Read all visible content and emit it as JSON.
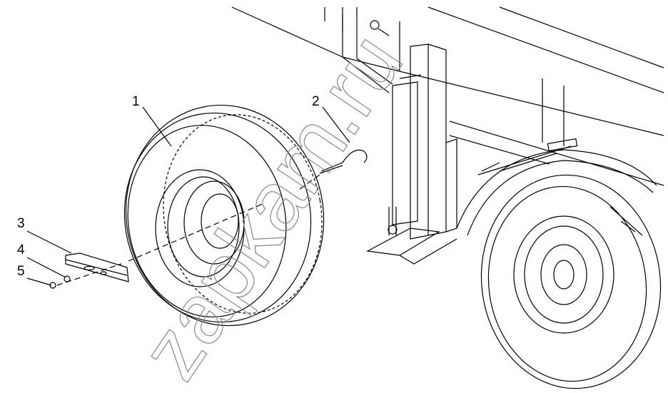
{
  "drawing": {
    "callouts": [
      {
        "number": "1",
        "part": "wheel"
      },
      {
        "number": "2",
        "part": "pin"
      },
      {
        "number": "3",
        "part": "bracket"
      },
      {
        "number": "4",
        "part": "washer"
      },
      {
        "number": "5",
        "part": "nut"
      }
    ],
    "watermark": "zapkam.ru"
  },
  "colors": {
    "line": "#000000",
    "watermark": "#888888"
  }
}
